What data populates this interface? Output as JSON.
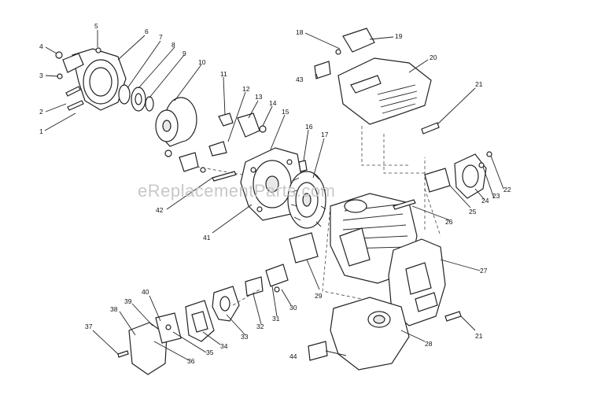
{
  "watermark": "eReplacementParts.com",
  "callouts": [
    "1",
    "2",
    "3",
    "4",
    "5",
    "6",
    "7",
    "8",
    "9",
    "10",
    "11",
    "12",
    "13",
    "14",
    "15",
    "16",
    "17",
    "18",
    "19",
    "20",
    "21",
    "21",
    "22",
    "23",
    "24",
    "25",
    "26",
    "27",
    "28",
    "29",
    "30",
    "31",
    "32",
    "33",
    "34",
    "35",
    "36",
    "37",
    "38",
    "39",
    "40",
    "41",
    "42",
    "43",
    "44"
  ]
}
